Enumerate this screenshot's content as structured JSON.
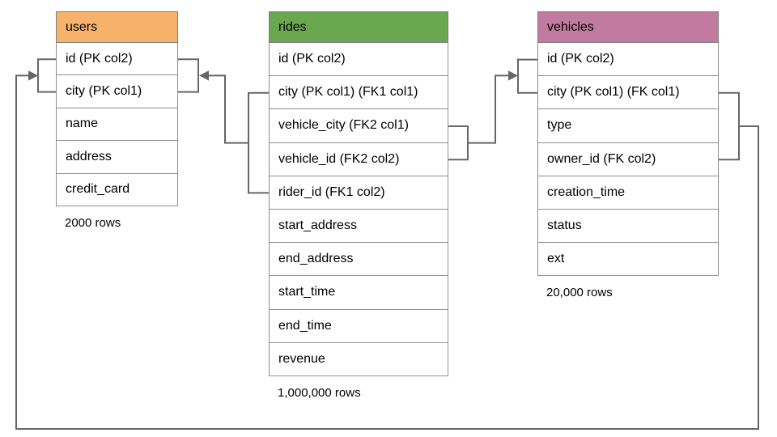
{
  "diagram": {
    "background_color": "#ffffff",
    "connector_color": "#666666",
    "table_border_color": "#8f8f8f",
    "tables": [
      {
        "id": "users",
        "title": "users",
        "header_color": "#f6b26b",
        "columns": [
          "id (PK col2)",
          "city (PK col1)",
          "name",
          "address",
          "credit_card"
        ],
        "row_count_label": "2000 rows"
      },
      {
        "id": "rides",
        "title": "rides",
        "header_color": "#6aa84f",
        "columns": [
          "id (PK col2)",
          "city (PK col1) (FK1 col1)",
          "vehicle_city (FK2 col1)",
          "vehicle_id (FK2 col2)",
          "rider_id (FK1 col2)",
          "start_address",
          "end_address",
          "start_time",
          "end_time",
          "revenue"
        ],
        "row_count_label": "1,000,000 rows"
      },
      {
        "id": "vehicles",
        "title": "vehicles",
        "header_color": "#c27ba0",
        "columns": [
          "id (PK col2)",
          "city (PK col1) (FK col1)",
          "type",
          "owner_id (FK col2)",
          "creation_time",
          "status",
          "ext"
        ],
        "row_count_label": "20,000 rows"
      }
    ],
    "relationships": [
      {
        "id": "rides-fk1-users",
        "from_table": "rides",
        "from_columns": [
          "city (FK1 col1)",
          "rider_id (FK1 col2)"
        ],
        "to_table": "users",
        "to_columns": [
          "id (PK col2)",
          "city (PK col1)"
        ]
      },
      {
        "id": "rides-fk2-vehicles",
        "from_table": "rides",
        "from_columns": [
          "vehicle_city (FK2 col1)",
          "vehicle_id (FK2 col2)"
        ],
        "to_table": "vehicles",
        "to_columns": [
          "id (PK col2)",
          "city (PK col1)"
        ]
      },
      {
        "id": "vehicles-fk-users",
        "from_table": "vehicles",
        "from_columns": [
          "city (FK col1)",
          "owner_id (FK col2)"
        ],
        "to_table": "users",
        "to_columns": [
          "id (PK col2)",
          "city (PK col1)"
        ]
      }
    ]
  }
}
